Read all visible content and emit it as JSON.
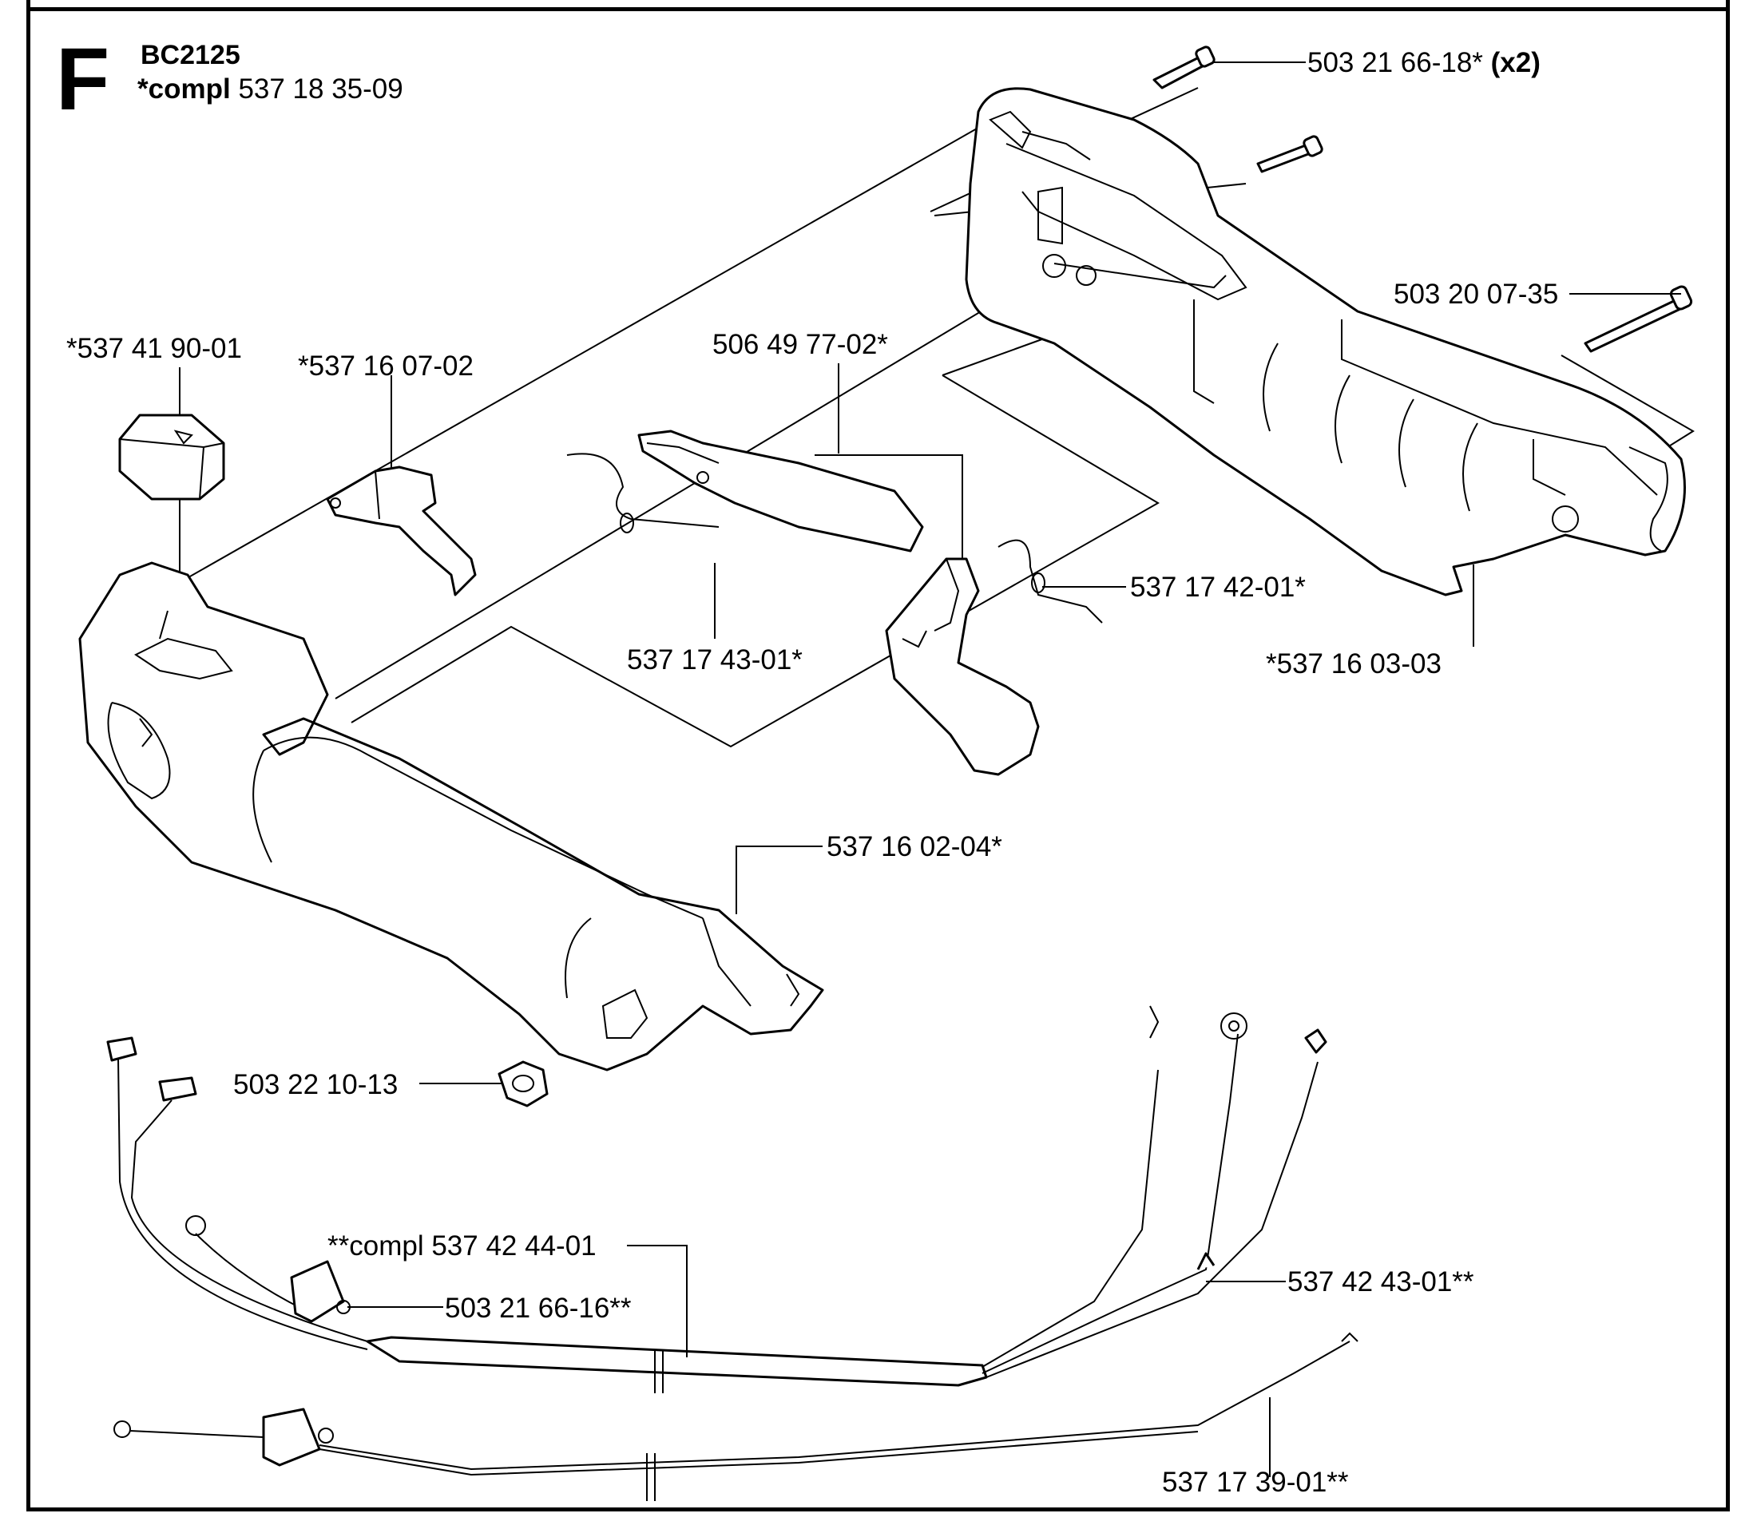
{
  "header": {
    "section_letter": "F",
    "model": "BC2125",
    "compl_prefix": "*compl",
    "compl_number": "537 18 35-09"
  },
  "callouts": {
    "screw_x2": "503 21 66-18*",
    "screw_x2_qty": "(x2)",
    "screw_long": "503 20 07-35",
    "switch": "*537 41 90-01",
    "throttle_lock": "*537 16 07-02",
    "trigger_lever": "506 49 77-02*",
    "spring_left": "537 17 43-01*",
    "spring_right": "537 17 42-01*",
    "handle_right_half": "*537 16 03-03",
    "handle_left_half": "537 16 02-04*",
    "nut": "503 22 10-13",
    "harness_compl": "**compl 537 42 44-01",
    "harness_screw": "503 21 66-16**",
    "harness_cable": "537 42 43-01**",
    "throttle_cable": "537 17 39-01**"
  }
}
